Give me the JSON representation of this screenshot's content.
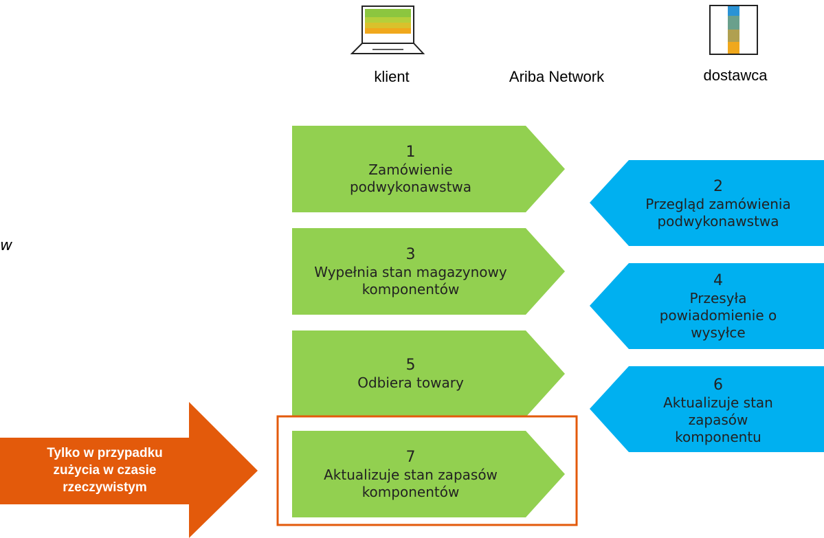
{
  "actors": {
    "client": "klient",
    "network": "Ariba Network",
    "supplier": "dostawca"
  },
  "steps": [
    {
      "num": "1",
      "text": "Zamówienie podwykonawstwa",
      "line1": "Zamówienie",
      "line2": "podwykonawstwa"
    },
    {
      "num": "2",
      "text": "Przegląd zamówienia podwykonawstwa",
      "line1": "Przegląd zamówienia",
      "line2": "podwykonawstwa"
    },
    {
      "num": "3",
      "text": "Wypełnia stan magazynowy komponentów",
      "line1": "Wypełnia stan magazynowy",
      "line2": "komponentów"
    },
    {
      "num": "4",
      "text": "Przesyła powiadomienie o wysyłce",
      "line1": "Przesyła",
      "line2": "powiadomienie o",
      "line3": "wysyłce"
    },
    {
      "num": "5",
      "text": "Odbiera towary",
      "line1": "Odbiera towary"
    },
    {
      "num": "6",
      "text": "Aktualizuje stan zapasów komponentu",
      "line1": "Aktualizuje stan",
      "line2": "zapasów",
      "line3": "komponentu"
    },
    {
      "num": "7",
      "text": "Aktualizuje stan zapasów komponentów",
      "line1": "Aktualizuje stan zapasów",
      "line2": "komponentów"
    }
  ],
  "callout": {
    "line1": "Tylko w przypadku",
    "line2": "zużycia w czasie",
    "line3": "rzeczywistym"
  },
  "stray_letter": "w",
  "colors": {
    "green": "#92d050",
    "blue": "#00b0f0",
    "orange": "#e35a0b",
    "highlight_border": "#e35a0b"
  },
  "icons": {
    "client": "laptop-icon",
    "supplier": "building-icon"
  }
}
